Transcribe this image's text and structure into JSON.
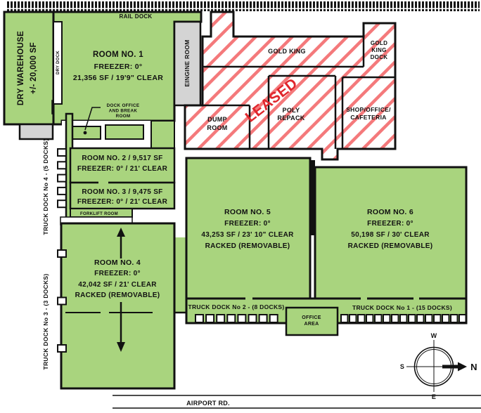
{
  "colors": {
    "green": "#a9d47e",
    "gray": "#d4d4d4",
    "hatch_red": "#f4797b",
    "leased_red": "#e0262c",
    "wall": "#111111"
  },
  "rail_dock": {
    "label": "RAIL DOCK"
  },
  "dry_warehouse": {
    "name": "DRY WAREHOUSE",
    "size": "+/- 20,000 SF"
  },
  "dry_dock": {
    "label": "DRY DOCK"
  },
  "engine_room": {
    "label": "EINGINE ROOM"
  },
  "dock_office": {
    "line1": "DOCK OFFICE",
    "line2": "AND BREAK",
    "line3": "ROOM"
  },
  "forklift_room": {
    "label": "FORKLIFT ROOM"
  },
  "rooms": {
    "room1": {
      "name": "ROOM NO. 1",
      "freezer": "FREEZER:  0°",
      "size": "21,356 SF  /  19'9\" CLEAR"
    },
    "room2": {
      "name": "ROOM NO. 2 / 9,517 SF",
      "freezer": "FREEZER:  0°  /  21' CLEAR"
    },
    "room3": {
      "name": "ROOM NO. 3 / 9,475 SF",
      "freezer": "FREEZER:  0°  /  21' CLEAR"
    },
    "room4": {
      "name": "ROOM NO. 4",
      "freezer": "FREEZER:  0°",
      "size": "42,042 SF /  21' CLEAR",
      "racked": "RACKED (REMOVABLE)"
    },
    "room5": {
      "name": "ROOM NO. 5",
      "freezer": "FREEZER:  0°",
      "size": "43,253 SF  / 23' 10\" CLEAR",
      "racked": "RACKED (REMOVABLE)"
    },
    "room6": {
      "name": "ROOM NO. 6",
      "freezer": "FREEZER:  0°",
      "size": "50,198 SF  / 30' CLEAR",
      "racked": "RACKED (REMOVABLE)"
    }
  },
  "leased": {
    "label": "LEASED",
    "gold_king": "GOLD KING",
    "gold_king_dock": [
      "GOLD",
      "KING",
      "DOCK"
    ],
    "dump_room": [
      "DUMP",
      "ROOM"
    ],
    "poly_repack": [
      "POLY",
      "REPACK"
    ],
    "shop_office": [
      "SHOP/OFFICE/",
      "CAFETERIA"
    ]
  },
  "truck_docks": {
    "no1": {
      "label": "TRUCK DOCK No 1 - (15 DOCKS)",
      "doors": 15
    },
    "no2": {
      "label": "TRUCK DOCK No 2 - (8 DOCKS)",
      "doors": 8
    },
    "no3": {
      "label": "TRUCK DOCK No 3 - (3 DOCKS)",
      "doors": 3
    },
    "no4": {
      "label": "TRUCK DOCK No 4 - (5 DOCKS)",
      "doors": 5
    }
  },
  "office_area": {
    "line1": "OFFICE",
    "line2": "AREA"
  },
  "road": {
    "label": "AIRPORT RD."
  },
  "compass": {
    "north": "N",
    "south": "S",
    "east": "E",
    "west": "W"
  }
}
